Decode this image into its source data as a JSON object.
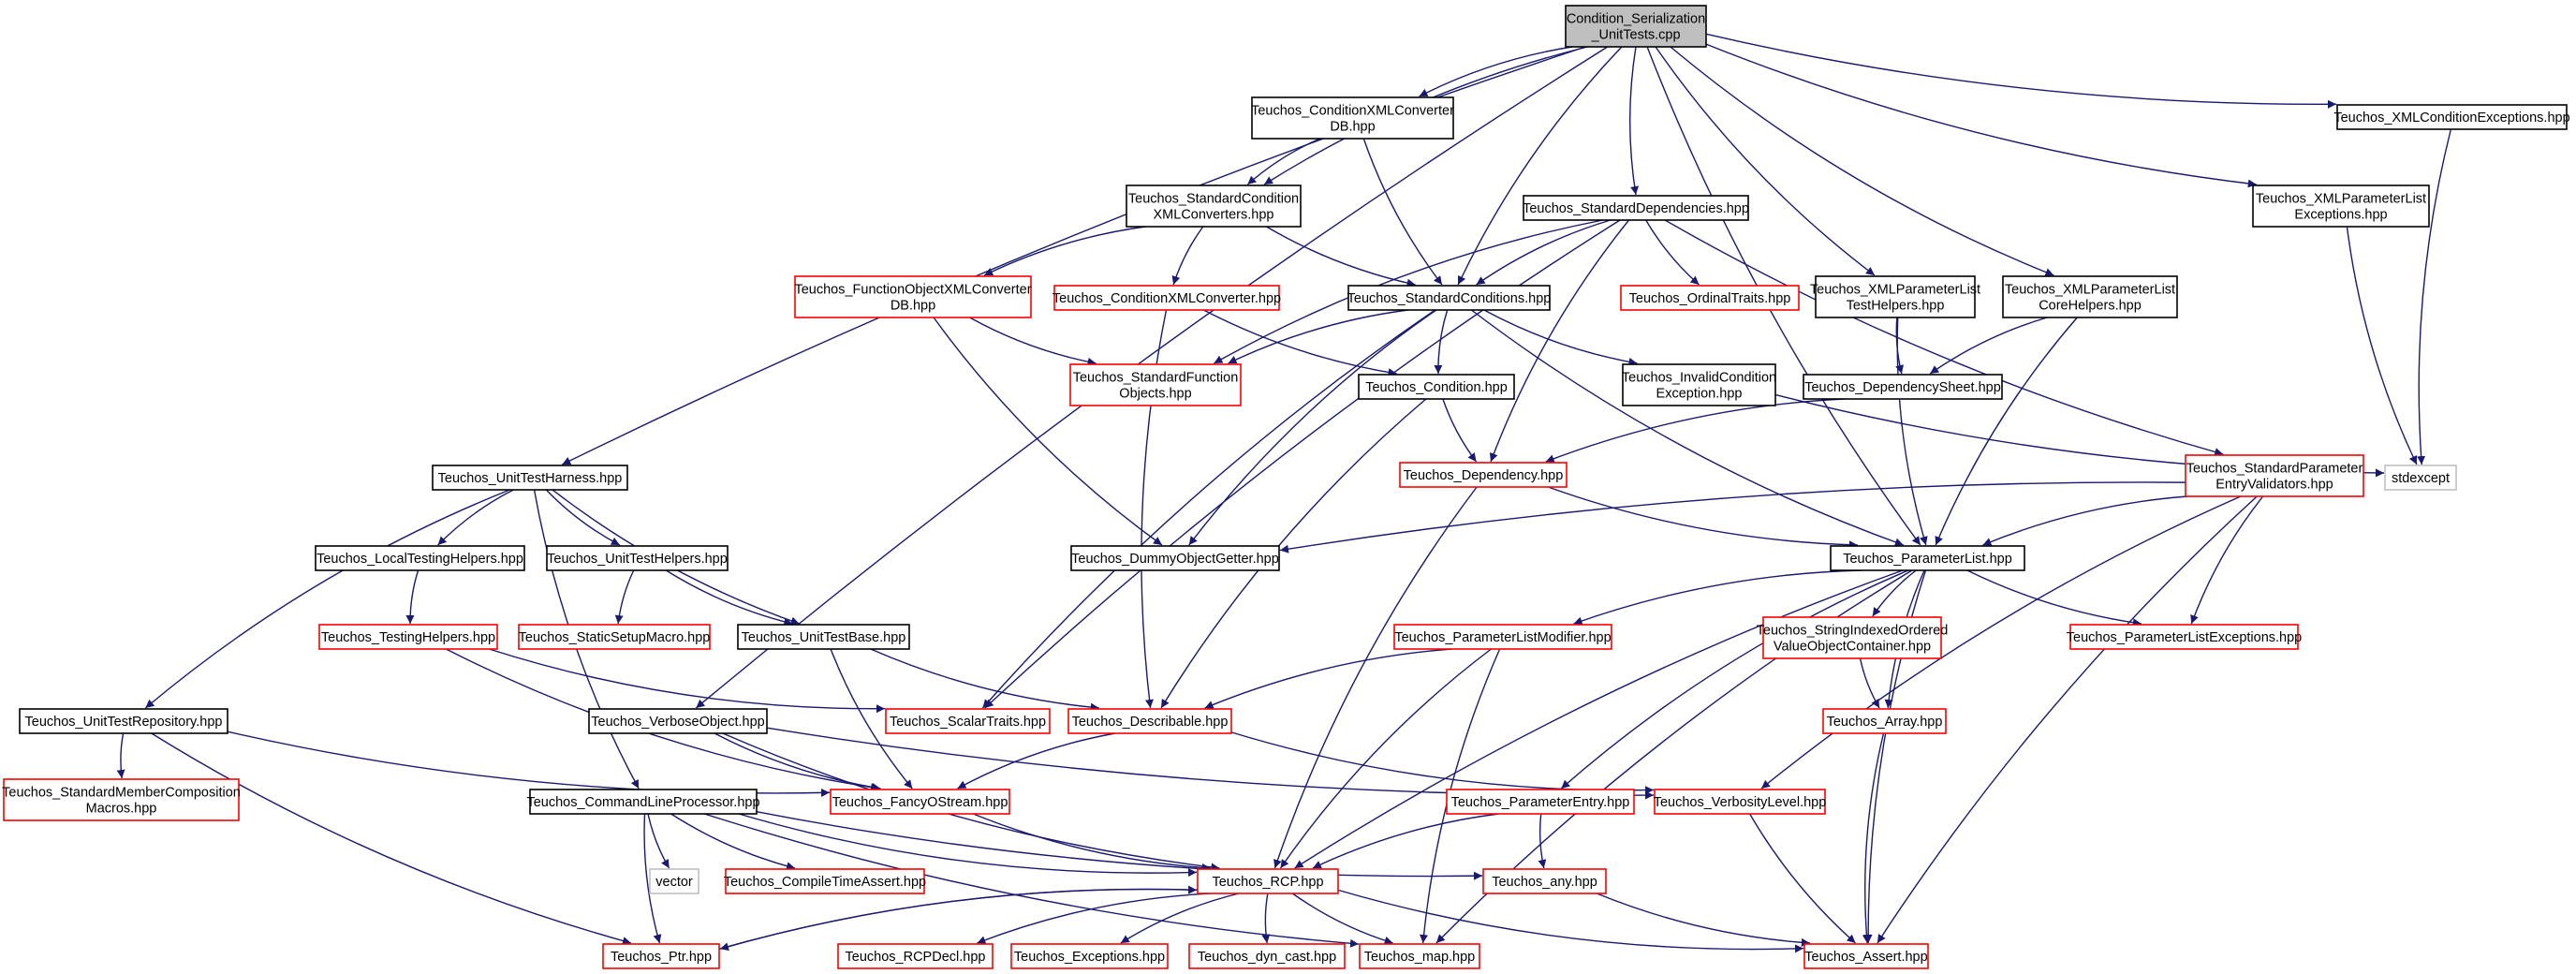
{
  "colors": {
    "edge": "#191970",
    "box_default": "#000000",
    "box_incomplete": "#ff0000",
    "box_external": "#bfbfbf",
    "root_fill": "#bfbfbf",
    "node_fill": "#ffffff"
  },
  "nodes": {
    "root": {
      "lines": [
        "Condition_Serialization",
        "_UnitTests.cpp"
      ],
      "kind": "root"
    },
    "condxmlconvdb": {
      "lines": [
        "Teuchos_ConditionXMLConverter",
        "DB.hpp"
      ],
      "kind": "normal"
    },
    "xmlcondexc": {
      "lines": [
        "Teuchos_XMLConditionExceptions.hpp"
      ],
      "kind": "normal"
    },
    "stdcondxmlconv": {
      "lines": [
        "Teuchos_StandardCondition",
        "XMLConverters.hpp"
      ],
      "kind": "normal"
    },
    "stddeps": {
      "lines": [
        "Teuchos_StandardDependencies.hpp"
      ],
      "kind": "normal"
    },
    "xmlplexc": {
      "lines": [
        "Teuchos_XMLParameterList",
        "Exceptions.hpp"
      ],
      "kind": "normal"
    },
    "funcobjxmlconvdb": {
      "lines": [
        "Teuchos_FunctionObjectXMLConverter",
        "DB.hpp"
      ],
      "kind": "red"
    },
    "condxmlconv": {
      "lines": [
        "Teuchos_ConditionXMLConverter.hpp"
      ],
      "kind": "red"
    },
    "stdconds": {
      "lines": [
        "Teuchos_StandardConditions.hpp"
      ],
      "kind": "normal"
    },
    "ordinaltraits": {
      "lines": [
        "Teuchos_OrdinalTraits.hpp"
      ],
      "kind": "red"
    },
    "xmlpltesthelpers": {
      "lines": [
        "Teuchos_XMLParameterList",
        "TestHelpers.hpp"
      ],
      "kind": "normal"
    },
    "xmlplcorehelpers": {
      "lines": [
        "Teuchos_XMLParameterList",
        "CoreHelpers.hpp"
      ],
      "kind": "normal"
    },
    "stdfuncobjs": {
      "lines": [
        "Teuchos_StandardFunction",
        "Objects.hpp"
      ],
      "kind": "red"
    },
    "condition": {
      "lines": [
        "Teuchos_Condition.hpp"
      ],
      "kind": "normal"
    },
    "invalidcondexc": {
      "lines": [
        "Teuchos_InvalidCondition",
        "Exception.hpp"
      ],
      "kind": "normal"
    },
    "depsheet": {
      "lines": [
        "Teuchos_DependencySheet.hpp"
      ],
      "kind": "normal"
    },
    "unittestharness": {
      "lines": [
        "Teuchos_UnitTestHarness.hpp"
      ],
      "kind": "normal"
    },
    "dependency": {
      "lines": [
        "Teuchos_Dependency.hpp"
      ],
      "kind": "red"
    },
    "stdparamvalidators": {
      "lines": [
        "Teuchos_StandardParameter",
        "EntryValidators.hpp"
      ],
      "kind": "red"
    },
    "stdexcept": {
      "lines": [
        "stdexcept"
      ],
      "kind": "gray"
    },
    "localtestinghelpers": {
      "lines": [
        "Teuchos_LocalTestingHelpers.hpp"
      ],
      "kind": "normal"
    },
    "unittesthelpers": {
      "lines": [
        "Teuchos_UnitTestHelpers.hpp"
      ],
      "kind": "normal"
    },
    "dummyobjgetter": {
      "lines": [
        "Teuchos_DummyObjectGetter.hpp"
      ],
      "kind": "normal"
    },
    "paramlist": {
      "lines": [
        "Teuchos_ParameterList.hpp"
      ],
      "kind": "normal"
    },
    "testinghelpers": {
      "lines": [
        "Teuchos_TestingHelpers.hpp"
      ],
      "kind": "red"
    },
    "staticsetupmacro": {
      "lines": [
        "Teuchos_StaticSetupMacro.hpp"
      ],
      "kind": "red"
    },
    "unittestbase": {
      "lines": [
        "Teuchos_UnitTestBase.hpp"
      ],
      "kind": "normal"
    },
    "plmodifier": {
      "lines": [
        "Teuchos_ParameterListModifier.hpp"
      ],
      "kind": "red"
    },
    "stringindexed": {
      "lines": [
        "Teuchos_StringIndexedOrdered",
        "ValueObjectContainer.hpp"
      ],
      "kind": "red"
    },
    "plexceptions": {
      "lines": [
        "Teuchos_ParameterListExceptions.hpp"
      ],
      "kind": "red"
    },
    "unittestrepo": {
      "lines": [
        "Teuchos_UnitTestRepository.hpp"
      ],
      "kind": "normal"
    },
    "verboseobject": {
      "lines": [
        "Teuchos_VerboseObject.hpp"
      ],
      "kind": "normal"
    },
    "scalartraits": {
      "lines": [
        "Teuchos_ScalarTraits.hpp"
      ],
      "kind": "red"
    },
    "describable": {
      "lines": [
        "Teuchos_Describable.hpp"
      ],
      "kind": "red"
    },
    "array": {
      "lines": [
        "Teuchos_Array.hpp"
      ],
      "kind": "red"
    },
    "stdmembercomp": {
      "lines": [
        "Teuchos_StandardMemberComposition",
        "Macros.hpp"
      ],
      "kind": "red"
    },
    "cmdlineproc": {
      "lines": [
        "Teuchos_CommandLineProcessor.hpp"
      ],
      "kind": "normal"
    },
    "fancyostream": {
      "lines": [
        "Teuchos_FancyOStream.hpp"
      ],
      "kind": "red"
    },
    "paramentry": {
      "lines": [
        "Teuchos_ParameterEntry.hpp"
      ],
      "kind": "red"
    },
    "verbositylevel": {
      "lines": [
        "Teuchos_VerbosityLevel.hpp"
      ],
      "kind": "red"
    },
    "vector": {
      "lines": [
        "vector"
      ],
      "kind": "gray"
    },
    "compiletimeassert": {
      "lines": [
        "Teuchos_CompileTimeAssert.hpp"
      ],
      "kind": "red"
    },
    "rcp": {
      "lines": [
        "Teuchos_RCP.hpp"
      ],
      "kind": "red"
    },
    "any": {
      "lines": [
        "Teuchos_any.hpp"
      ],
      "kind": "red"
    },
    "ptr": {
      "lines": [
        "Teuchos_Ptr.hpp"
      ],
      "kind": "red"
    },
    "rcpdecl": {
      "lines": [
        "Teuchos_RCPDecl.hpp"
      ],
      "kind": "red"
    },
    "exceptions": {
      "lines": [
        "Teuchos_Exceptions.hpp"
      ],
      "kind": "red"
    },
    "dyncast": {
      "lines": [
        "Teuchos_dyn_cast.hpp"
      ],
      "kind": "red"
    },
    "map": {
      "lines": [
        "Teuchos_map.hpp"
      ],
      "kind": "red"
    },
    "assert": {
      "lines": [
        "Teuchos_Assert.hpp"
      ],
      "kind": "red"
    }
  },
  "edges": [
    [
      "root",
      "condxmlconvdb"
    ],
    [
      "root",
      "xmlcondexc"
    ],
    [
      "root",
      "stdcondxmlconv"
    ],
    [
      "root",
      "stddeps"
    ],
    [
      "root",
      "xmlplexc"
    ],
    [
      "root",
      "stdconds"
    ],
    [
      "root",
      "xmlpltesthelpers"
    ],
    [
      "root",
      "xmlplcorehelpers"
    ],
    [
      "root",
      "unittestharness"
    ],
    [
      "root",
      "paramlist"
    ],
    [
      "root",
      "verboseobject"
    ],
    [
      "condxmlconvdb",
      "stdcondxmlconv"
    ],
    [
      "condxmlconvdb",
      "stdconds"
    ],
    [
      "xmlcondexc",
      "stdexcept"
    ],
    [
      "xmlplexc",
      "stdexcept"
    ],
    [
      "stdcondxmlconv",
      "funcobjxmlconvdb"
    ],
    [
      "stdcondxmlconv",
      "condxmlconv"
    ],
    [
      "stdcondxmlconv",
      "stdconds"
    ],
    [
      "stddeps",
      "stdconds"
    ],
    [
      "stddeps",
      "ordinaltraits"
    ],
    [
      "stddeps",
      "stdfuncobjs"
    ],
    [
      "stddeps",
      "dependency"
    ],
    [
      "stddeps",
      "stdparamvalidators"
    ],
    [
      "stddeps",
      "scalartraits"
    ],
    [
      "funcobjxmlconvdb",
      "stdfuncobjs"
    ],
    [
      "funcobjxmlconvdb",
      "dummyobjgetter"
    ],
    [
      "condxmlconv",
      "condition"
    ],
    [
      "condxmlconv",
      "describable"
    ],
    [
      "stdconds",
      "stdfuncobjs"
    ],
    [
      "stdconds",
      "condition"
    ],
    [
      "stdconds",
      "invalidcondexc"
    ],
    [
      "stdconds",
      "dummyobjgetter"
    ],
    [
      "stdconds",
      "scalartraits"
    ],
    [
      "stdconds",
      "paramlist"
    ],
    [
      "xmlpltesthelpers",
      "depsheet"
    ],
    [
      "xmlpltesthelpers",
      "paramlist"
    ],
    [
      "xmlplcorehelpers",
      "depsheet"
    ],
    [
      "xmlplcorehelpers",
      "paramlist"
    ],
    [
      "condition",
      "dependency"
    ],
    [
      "condition",
      "describable"
    ],
    [
      "invalidcondexc",
      "stdexcept"
    ],
    [
      "depsheet",
      "dependency"
    ],
    [
      "dependency",
      "paramlist"
    ],
    [
      "dependency",
      "rcp"
    ],
    [
      "unittestharness",
      "localtestinghelpers"
    ],
    [
      "unittestharness",
      "unittesthelpers"
    ],
    [
      "unittestharness",
      "unittestbase"
    ],
    [
      "unittestharness",
      "unittestrepo"
    ],
    [
      "unittestharness",
      "cmdlineproc"
    ],
    [
      "stdparamvalidators",
      "paramlist"
    ],
    [
      "stdparamvalidators",
      "dummyobjgetter"
    ],
    [
      "stdparamvalidators",
      "plexceptions"
    ],
    [
      "stdparamvalidators",
      "verbositylevel"
    ],
    [
      "stdparamvalidators",
      "assert"
    ],
    [
      "localtestinghelpers",
      "testinghelpers"
    ],
    [
      "unittesthelpers",
      "staticsetupmacro"
    ],
    [
      "unittesthelpers",
      "unittestbase"
    ],
    [
      "testinghelpers",
      "scalartraits"
    ],
    [
      "testinghelpers",
      "fancyostream"
    ],
    [
      "unittestbase",
      "describable"
    ],
    [
      "unittestbase",
      "fancyostream"
    ],
    [
      "paramlist",
      "plmodifier"
    ],
    [
      "paramlist",
      "stringindexed"
    ],
    [
      "paramlist",
      "plexceptions"
    ],
    [
      "paramlist",
      "array"
    ],
    [
      "paramlist",
      "paramentry"
    ],
    [
      "paramlist",
      "rcp"
    ],
    [
      "paramlist",
      "map"
    ],
    [
      "paramlist",
      "assert"
    ],
    [
      "plmodifier",
      "describable"
    ],
    [
      "plmodifier",
      "rcp"
    ],
    [
      "plmodifier",
      "map"
    ],
    [
      "stringindexed",
      "array"
    ],
    [
      "array",
      "assert"
    ],
    [
      "unittestrepo",
      "stdmembercomp"
    ],
    [
      "unittestrepo",
      "fancyostream"
    ],
    [
      "unittestrepo",
      "ptr"
    ],
    [
      "verboseobject",
      "fancyostream"
    ],
    [
      "verboseobject",
      "verbositylevel"
    ],
    [
      "verboseobject",
      "rcp"
    ],
    [
      "describable",
      "fancyostream"
    ],
    [
      "describable",
      "verbositylevel"
    ],
    [
      "cmdlineproc",
      "vector"
    ],
    [
      "cmdlineproc",
      "compiletimeassert"
    ],
    [
      "cmdlineproc",
      "ptr"
    ],
    [
      "cmdlineproc",
      "rcp"
    ],
    [
      "cmdlineproc",
      "any"
    ],
    [
      "cmdlineproc",
      "map"
    ],
    [
      "fancyostream",
      "rcp"
    ],
    [
      "paramentry",
      "rcp"
    ],
    [
      "paramentry",
      "any"
    ],
    [
      "verbositylevel",
      "assert"
    ],
    [
      "any",
      "assert"
    ],
    [
      "rcp",
      "ptr"
    ],
    [
      "rcp",
      "rcpdecl"
    ],
    [
      "rcp",
      "exceptions"
    ],
    [
      "rcp",
      "dyncast"
    ],
    [
      "rcp",
      "map"
    ],
    [
      "rcp",
      "assert"
    ],
    [
      "ptr",
      "rcp"
    ]
  ]
}
